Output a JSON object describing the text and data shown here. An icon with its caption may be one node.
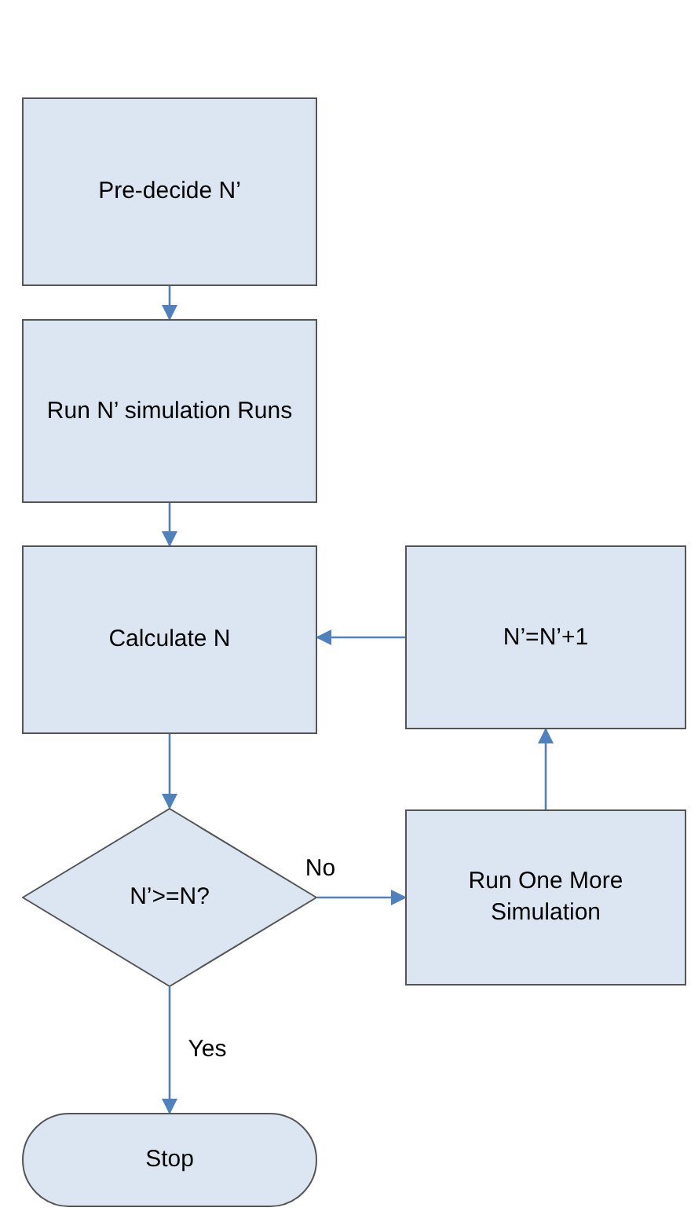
{
  "diagram": {
    "nodes": [
      {
        "text": [
          "Pre-decide N’"
        ]
      },
      {
        "text": [
          "Run N’ simulation Runs"
        ]
      },
      {
        "text": [
          "Calculate N"
        ]
      },
      {
        "text": [
          "N’=N’+1"
        ]
      },
      {
        "text": [
          "N’>=N?"
        ]
      },
      {
        "text": [
          "Run One More Simulation"
        ]
      },
      {
        "text": [
          "Stop"
        ]
      }
    ],
    "edges": [
      {
        "from": 0,
        "to": 1,
        "arrow": "to"
      },
      {
        "from": 1,
        "to": 2,
        "arrow": "to"
      },
      {
        "from": 2,
        "to": 4,
        "arrow": "to"
      },
      {
        "from": 4,
        "to": 5,
        "arrow": "to",
        "label": "No"
      },
      {
        "from": 5,
        "to": 3,
        "arrow": "to"
      },
      {
        "from": 3,
        "to": 2,
        "arrow": "to"
      },
      {
        "from": 4,
        "to": 6,
        "arrow": "to",
        "label": "Yes"
      }
    ]
  }
}
